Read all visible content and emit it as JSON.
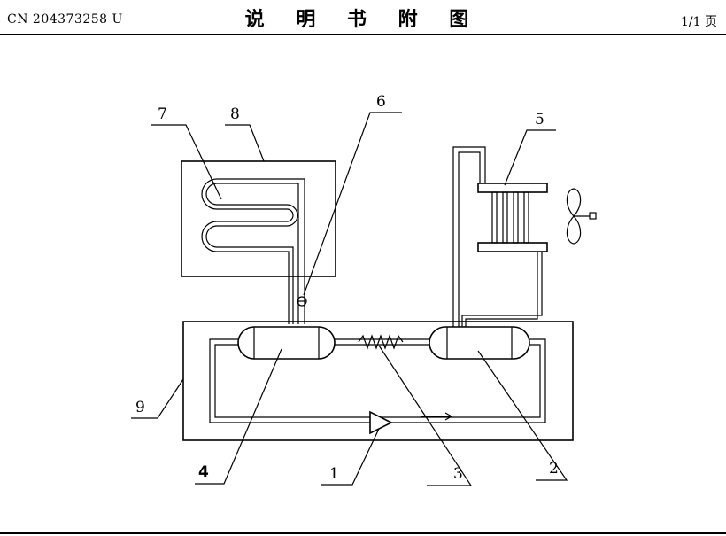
{
  "header": {
    "doc_number": "CN 204373258 U",
    "title": "说 明 书 附 图",
    "page": "1/1 页"
  },
  "figure": {
    "labels": {
      "l1": "1",
      "l2": "2",
      "l3": "3",
      "l4": "4",
      "l5": "5",
      "l6": "6",
      "l7": "7",
      "l8": "8",
      "l9": "9"
    }
  }
}
